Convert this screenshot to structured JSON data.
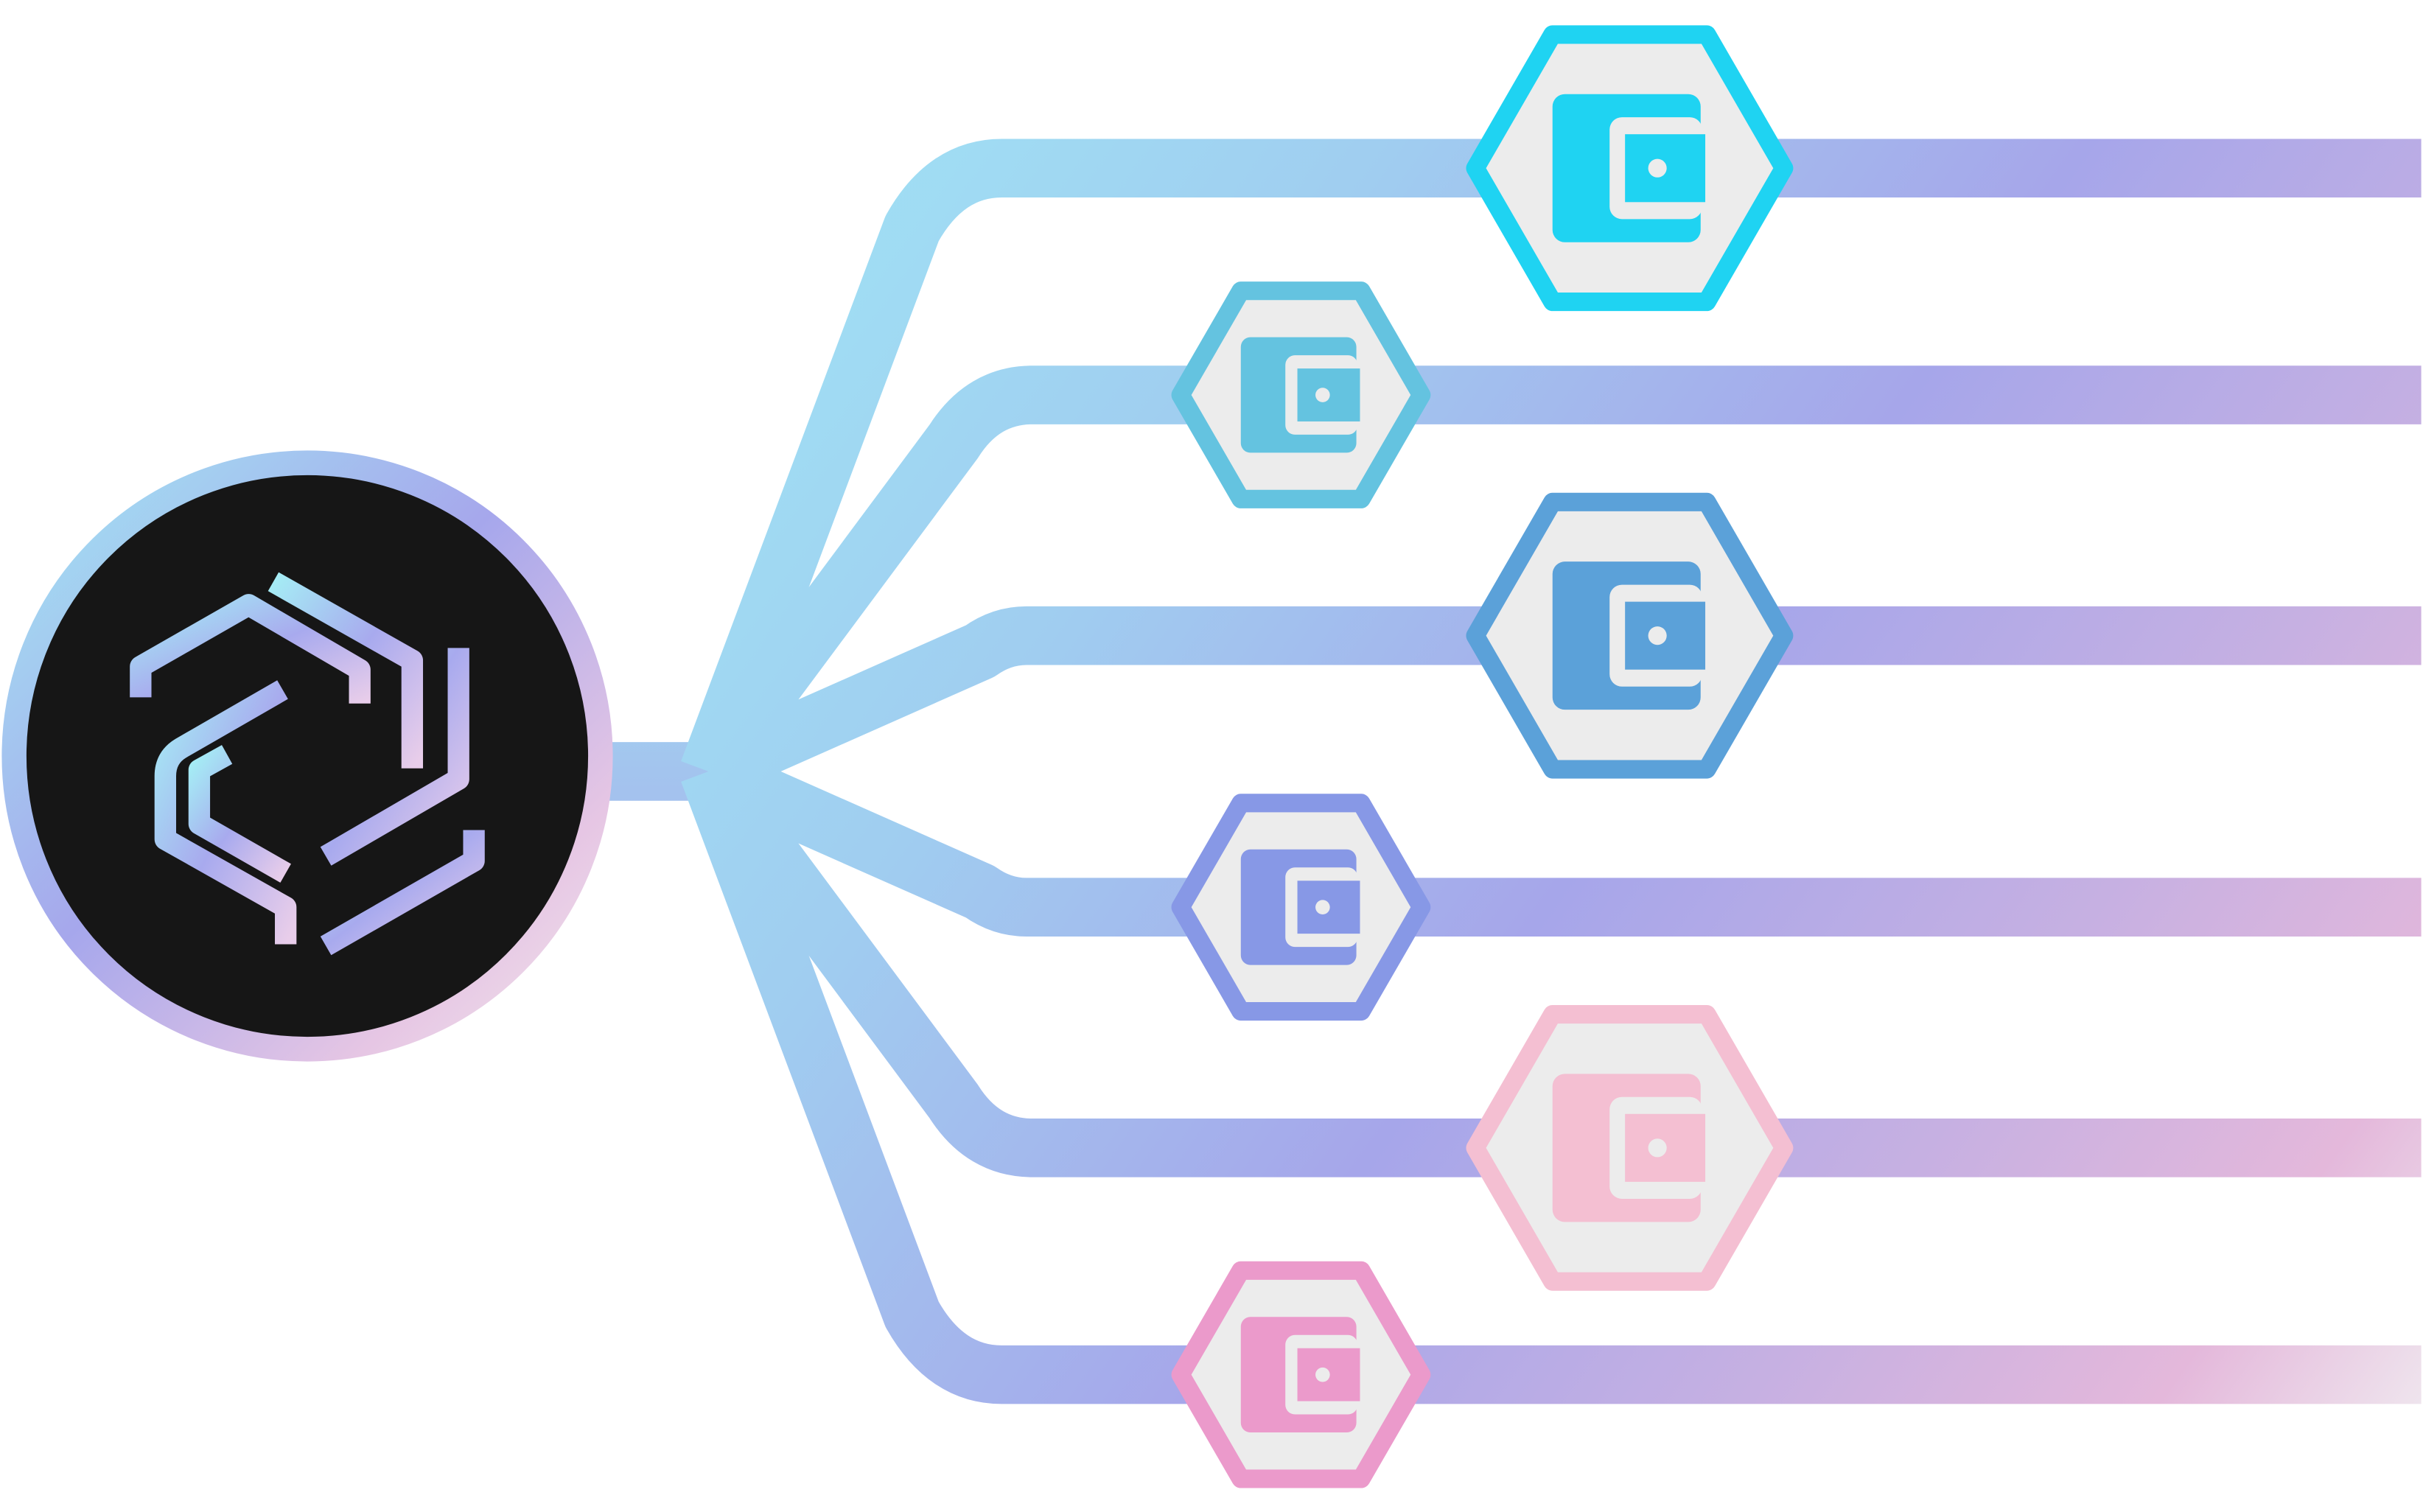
{
  "diagram": {
    "hub": {
      "icon": "hexagonal-cube-logo-icon",
      "fill": "#161616",
      "ring_colors": [
        "#a2e6f3",
        "#a6a7ec",
        "#e6c6e4",
        "#f1e6ec"
      ]
    },
    "connector_gradient": [
      "#9fe9f6",
      "#a0cdf0",
      "#a6a6ea",
      "#c6b0e2",
      "#e4b8db",
      "#efe6ee"
    ],
    "branches": [
      {
        "id": "wallet-1",
        "icon": "wallet-icon",
        "color": "#1fd3f2",
        "size": "large"
      },
      {
        "id": "wallet-2",
        "icon": "wallet-icon",
        "color": "#64c3e0",
        "size": "small"
      },
      {
        "id": "wallet-3",
        "icon": "wallet-icon",
        "color": "#5ba1d9",
        "size": "large"
      },
      {
        "id": "wallet-4",
        "icon": "wallet-icon",
        "color": "#8798e6",
        "size": "small"
      },
      {
        "id": "wallet-5",
        "icon": "wallet-icon",
        "color": "#f4bfd2",
        "size": "large"
      },
      {
        "id": "wallet-6",
        "icon": "wallet-icon",
        "color": "#eb9acb",
        "size": "small"
      }
    ],
    "node_fill": "#ececec"
  }
}
